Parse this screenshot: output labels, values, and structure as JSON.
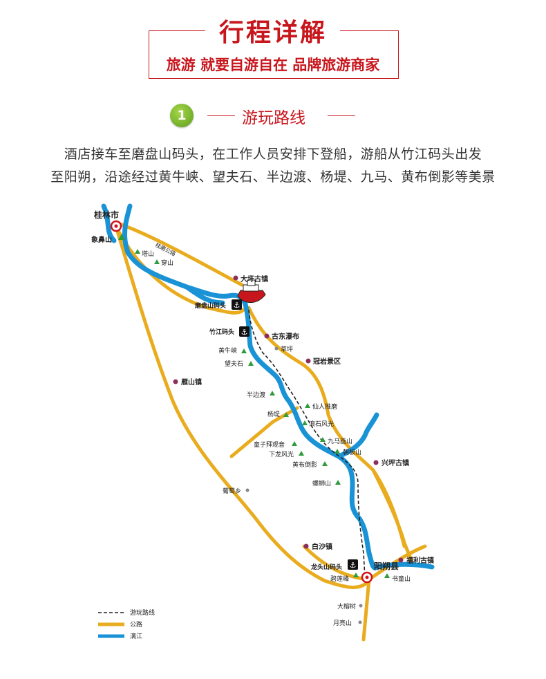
{
  "header": {
    "title": "行程详解",
    "subtitle": "旅游 就要自游自在 品牌旅游商家"
  },
  "section": {
    "number": "1",
    "title": "游玩路线"
  },
  "description": {
    "line1": "酒店接车至磨盘山码头，在工作人员安排下登船，游船从竹江码头出发",
    "line2": "至阳朔，沿途经过黄牛峡、望夫石、半边渡、杨堤、九马、黄布倒影等美景"
  },
  "map": {
    "colors": {
      "road": "#e9ac1e",
      "river": "#1a93d6",
      "town": "#8b2e5b",
      "mountain": "#2e9c3a",
      "city": "#d0121b"
    },
    "road_label": "桂磨公路",
    "cities": {
      "guilin": "桂林市",
      "yangshuo": "阳朔县"
    },
    "places": {
      "xiangbishan": "象鼻山",
      "tashan": "塔山",
      "chuanshan": "穿山",
      "daxu": "大圩古镇",
      "mopanshan": "磨盘山码头",
      "zhujiang": "竹江码头",
      "gudong": "古东瀑布",
      "caoping": "草坪",
      "guanyan": "冠岩景区",
      "huangniuxia": "黄牛峡",
      "wangfushi": "望夫石",
      "yanshan": "雁山镇",
      "banbiandu": "半边渡",
      "xianren": "仙人推磨",
      "yangdi": "杨堤",
      "langshi": "浪石风光",
      "tongzi": "童子拜观音",
      "jiumahuashan": "九马画山",
      "xialong": "下龙风光",
      "chaobanshan": "朝板山",
      "xingping": "兴坪古镇",
      "huangbu": "黄布倒影",
      "luoshishan": "螺蛳山",
      "putao": "葡萄乡",
      "baisha": "白沙镇",
      "longtoushan": "龙头山码头",
      "fuli": "福利古镇",
      "bilianfeng": "碧莲峰",
      "shutongshan": "书童山",
      "darongshu": "大榕树",
      "yueliangshan": "月亮山"
    },
    "legend": {
      "route": "游玩路线",
      "road": "公路",
      "river": "漓江"
    }
  }
}
